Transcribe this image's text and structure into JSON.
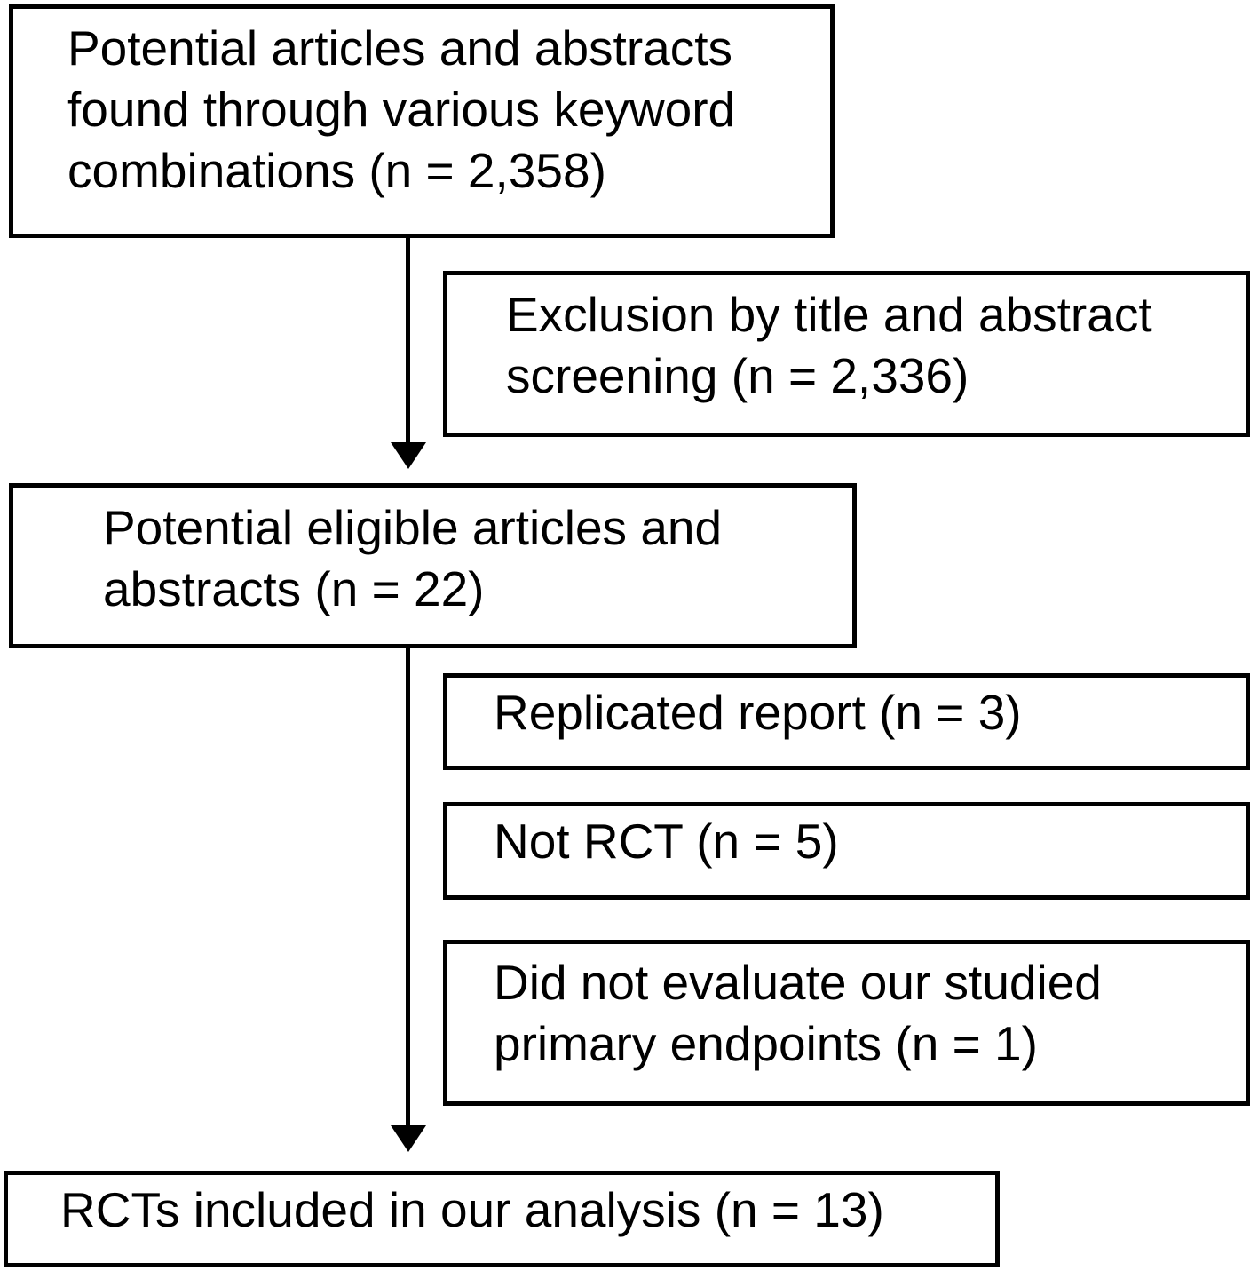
{
  "colors": {
    "background": "#ffffff",
    "border": "#000000",
    "text": "#000000"
  },
  "flowchart": {
    "nodes": [
      {
        "id": "records-identified",
        "text": "Potential articles and abstracts found through various keyword combinations (n = 2,358)",
        "lines": [
          "Potential articles and abstracts",
          "found through various keyword",
          "combinations (n = 2,358)"
        ],
        "n": "2,358"
      },
      {
        "id": "excluded-screening",
        "text": "Exclusion by title and abstract screening (n = 2,336)",
        "lines": [
          "Exclusion by title and abstract",
          "screening (n = 2,336)"
        ],
        "n": "2,336"
      },
      {
        "id": "eligible",
        "text": "Potential eligible articles and abstracts (n = 22)",
        "lines": [
          "Potential eligible articles and",
          "abstracts (n = 22)"
        ],
        "n": "22"
      },
      {
        "id": "replicated-report",
        "text": "Replicated report (n = 3)",
        "lines": [
          "Replicated report (n = 3)"
        ],
        "n": "3"
      },
      {
        "id": "not-rct",
        "text": "Not RCT (n = 5)",
        "lines": [
          "Not RCT (n = 5)"
        ],
        "n": "5"
      },
      {
        "id": "no-primary-endpoints",
        "text": "Did not evaluate our studied primary endpoints (n = 1)",
        "lines": [
          "Did not evaluate our studied",
          "primary endpoints (n = 1)"
        ],
        "n": "1"
      },
      {
        "id": "included",
        "text": "RCTs included in our analysis (n = 13)",
        "lines": [
          "RCTs included in our analysis (n = 13)"
        ],
        "n": "13"
      }
    ],
    "arrows": [
      {
        "from": "records-identified",
        "to": "eligible",
        "direction": "down"
      },
      {
        "from": "eligible",
        "to": "included",
        "direction": "down"
      }
    ]
  }
}
